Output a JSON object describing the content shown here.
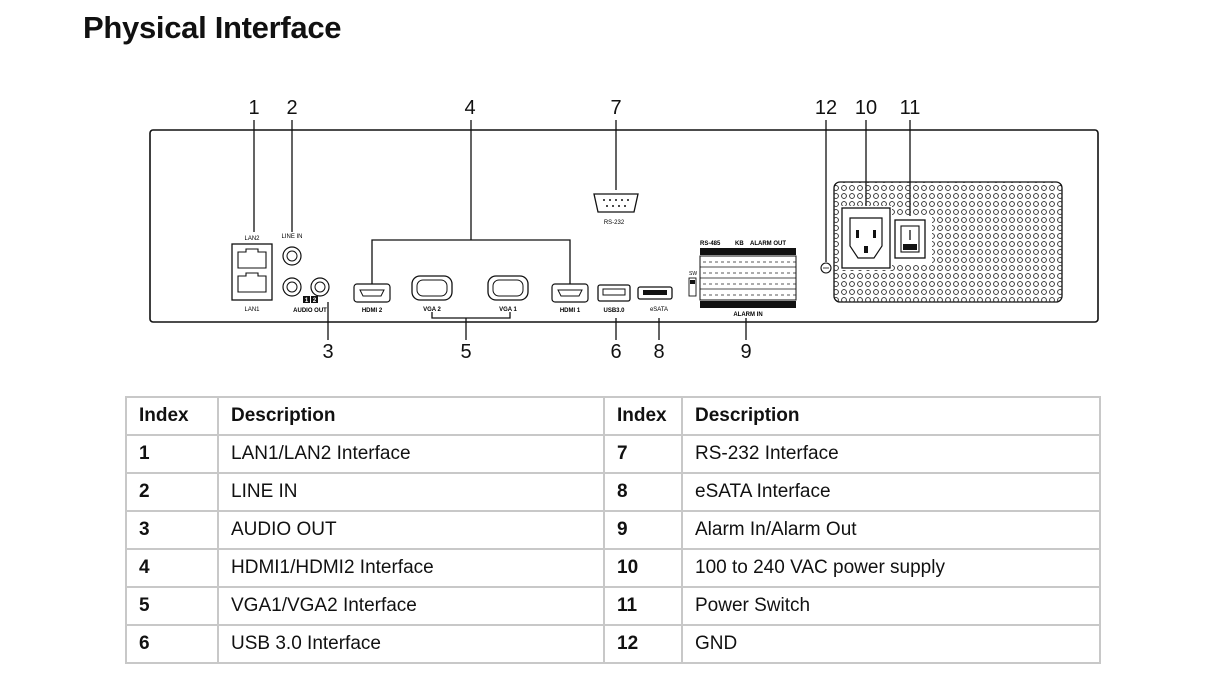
{
  "page": {
    "title": "Physical Interface"
  },
  "diagram": {
    "callouts": [
      "1",
      "2",
      "3",
      "4",
      "5",
      "6",
      "7",
      "8",
      "9",
      "10",
      "11",
      "12"
    ],
    "port_labels": {
      "lan2": "LAN2",
      "lan1": "LAN1",
      "line_in": "LINE IN",
      "audio_out": "AUDIO OUT",
      "audio_num_1": "1",
      "audio_num_2": "2",
      "hdmi2": "HDMI 2",
      "vga2": "VGA 2",
      "vga1": "VGA 1",
      "hdmi1": "HDMI 1",
      "rs232": "RS-232",
      "usb": "USB3.0",
      "esata": "eSATA",
      "rs485": "RS-485",
      "kb": "KB",
      "alarm_out": "ALARM OUT",
      "alarm_in": "ALARM IN",
      "sw": "SW"
    }
  },
  "table": {
    "headers": {
      "index": "Index",
      "description": "Description"
    },
    "rows": [
      {
        "left_index": "1",
        "left_desc": "LAN1/LAN2 Interface",
        "right_index": "7",
        "right_desc": "RS-232 Interface"
      },
      {
        "left_index": "2",
        "left_desc": "LINE IN",
        "right_index": "8",
        "right_desc": "eSATA Interface"
      },
      {
        "left_index": "3",
        "left_desc": "AUDIO OUT",
        "right_index": "9",
        "right_desc": "Alarm In/Alarm Out"
      },
      {
        "left_index": "4",
        "left_desc": "HDMI1/HDMI2 Interface",
        "right_index": "10",
        "right_desc": "100 to 240 VAC power supply"
      },
      {
        "left_index": "5",
        "left_desc": "VGA1/VGA2 Interface",
        "right_index": "11",
        "right_desc": "Power Switch"
      },
      {
        "left_index": "6",
        "left_desc": "USB 3.0 Interface",
        "right_index": "12",
        "right_desc": "GND"
      }
    ]
  }
}
